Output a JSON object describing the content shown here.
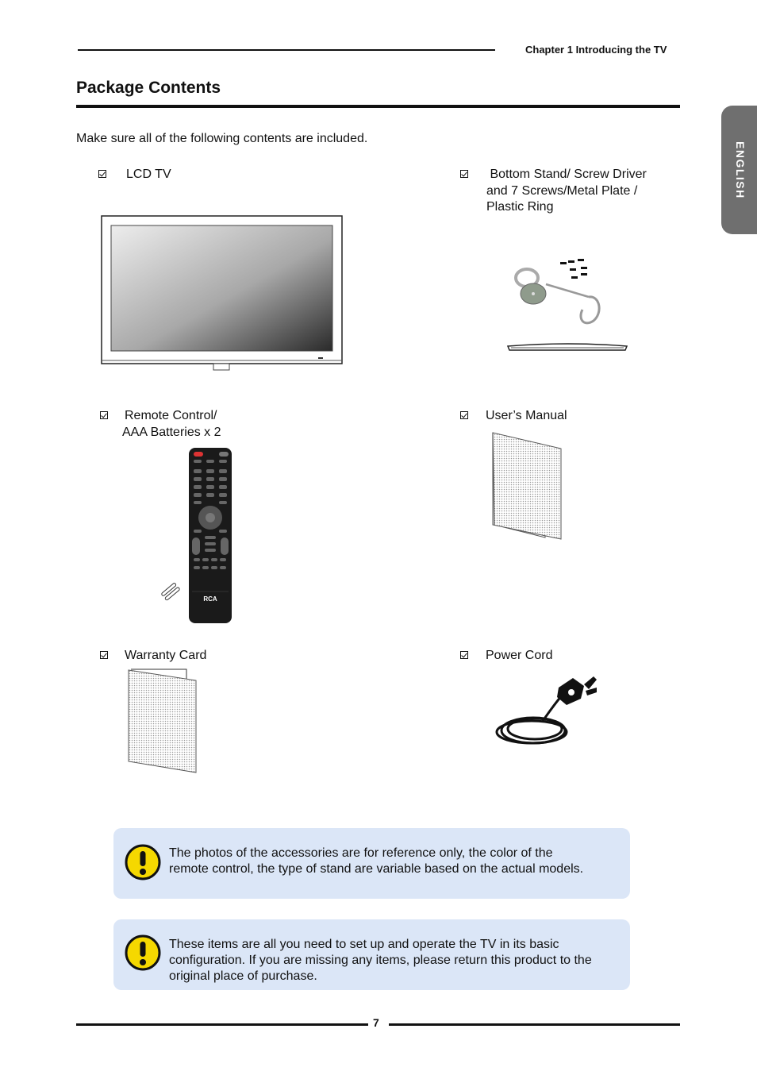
{
  "header": {
    "chapter": "Chapter 1  Introducing the TV",
    "title": "Package Contents",
    "language_tab": "ENGLISH"
  },
  "intro": "Make sure all of the following contents are included.",
  "items": [
    {
      "lines": [
        "LCD TV"
      ],
      "icon": "lcd-tv-icon"
    },
    {
      "lines": [
        " Bottom Stand/ Screw Driver",
        "and 7 Screws/Metal Plate /",
        "Plastic Ring"
      ],
      "icon": "stand-kit-icon"
    },
    {
      "lines": [
        "Remote Control/",
        "AAA Batteries x 2"
      ],
      "icon": "remote-control-icon",
      "brand": "RCA"
    },
    {
      "lines": [
        "User’s Manual"
      ],
      "icon": "manual-booklet-icon"
    },
    {
      "lines": [
        "Warranty Card"
      ],
      "icon": "warranty-card-icon"
    },
    {
      "lines": [
        "Power Cord"
      ],
      "icon": "power-cord-icon"
    }
  ],
  "notes": [
    {
      "lines": [
        "The photos of the accessories are for reference only, the color of the",
        "remote control, the type of stand are variable based on the actual models."
      ]
    },
    {
      "lines": [
        "These items are all you need to set up and operate the TV in its basic",
        "configuration. If you are missing any items, please return this product to the",
        "original place of purchase."
      ]
    }
  ],
  "footer": {
    "page_number": "7"
  },
  "colors": {
    "note_bg": "#dbe6f7",
    "warning": "#f5d800",
    "tab": "#6f6f6f"
  }
}
